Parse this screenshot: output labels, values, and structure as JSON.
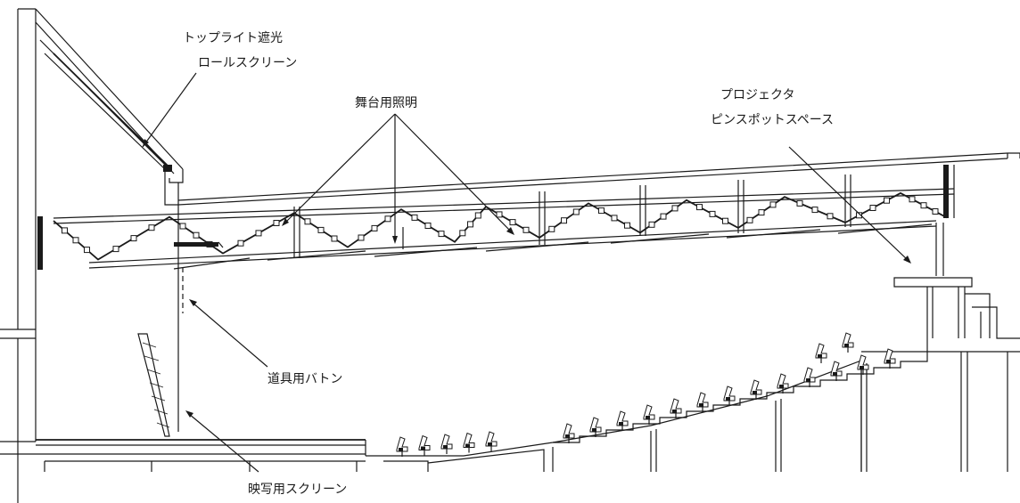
{
  "labels": {
    "toplight_line1": "トップライト遮光",
    "toplight_line2": "ロールスクリーン",
    "stage_lighting": "舞台用照明",
    "projector_line1": "プロジェクタ",
    "projector_line2": "ピンスポットスペース",
    "prop_batten": "道具用バトン",
    "projection_screen": "映写用スクリーン"
  }
}
